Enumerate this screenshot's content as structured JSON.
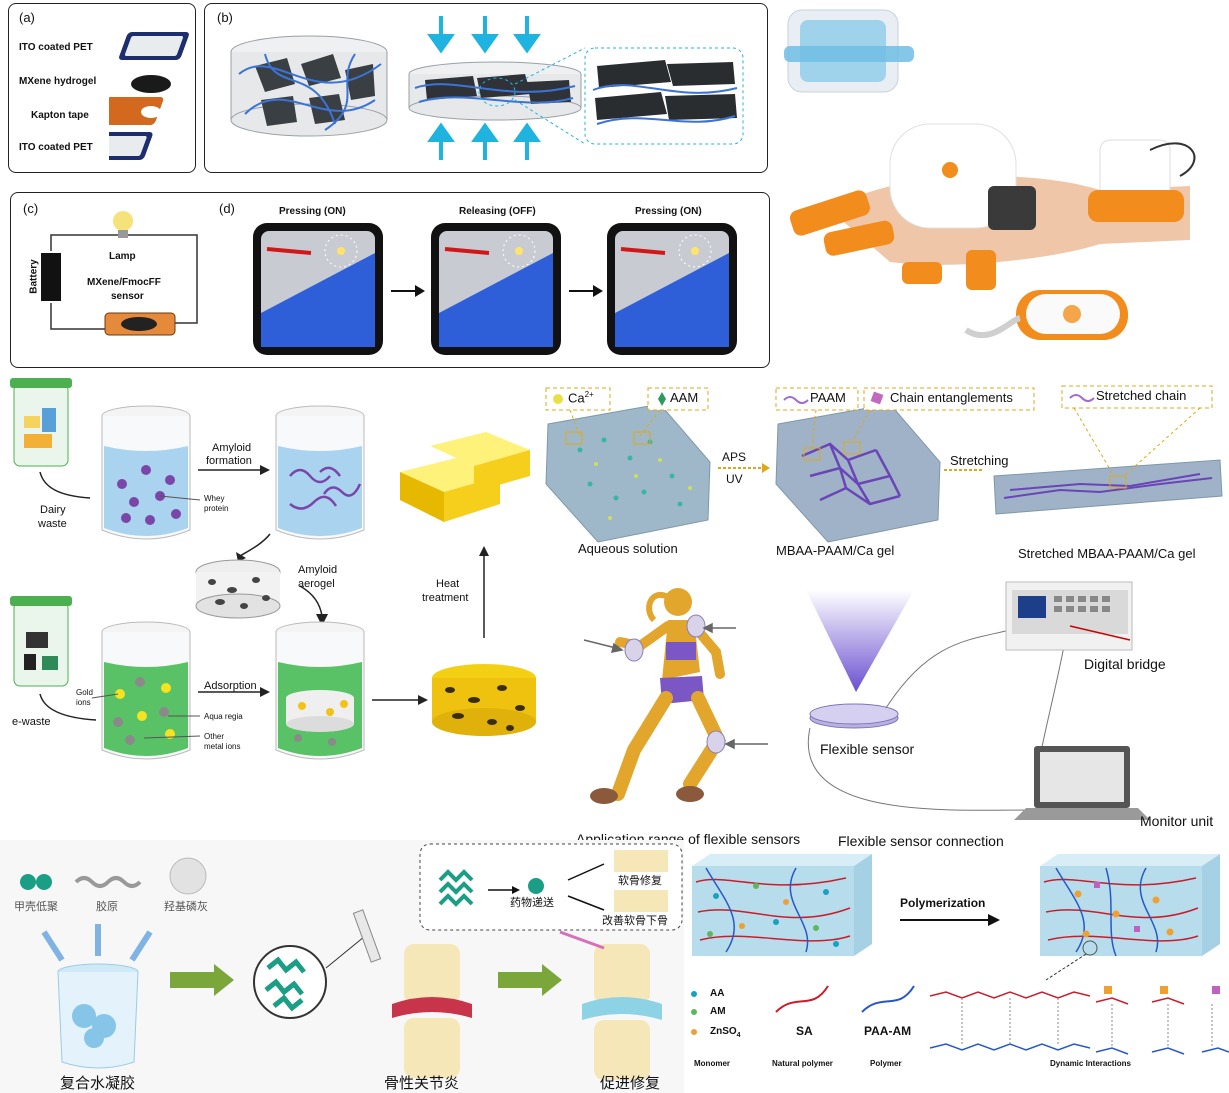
{
  "panel_a": {
    "tag": "(a)",
    "layers": [
      "ITO coated PET",
      "MXene hydrogel",
      "Kapton tape",
      "ITO coated PET"
    ]
  },
  "panel_b": {
    "tag": "(b)"
  },
  "panel_c": {
    "tag": "(c)",
    "battery": "Battery",
    "lamp": "Lamp",
    "sensor_line1": "MXene/FmocFF",
    "sensor_line2": "sensor"
  },
  "panel_d": {
    "tag": "(d)",
    "states": [
      "Pressing (ON)",
      "Releasing (OFF)",
      "Pressing (ON)"
    ]
  },
  "gold": {
    "dairy_waste": [
      "Dairy",
      "waste"
    ],
    "e_waste": "e-waste",
    "amyloid_formation": [
      "Amyloid",
      "formation"
    ],
    "whey_protein": [
      "Whey",
      "protein"
    ],
    "amyloid_aerogel": [
      "Amyloid",
      "aerogel"
    ],
    "adsorption": "Adsorption",
    "gold_ions": [
      "Gold",
      "ions"
    ],
    "aqua_regia": "Aqua regia",
    "other_metal_ions": [
      "Other",
      "metal ions"
    ],
    "heat_treatment": [
      "Heat",
      "treatment"
    ]
  },
  "gel": {
    "legend_ca": "Ca",
    "legend_ca_sup": "2+",
    "legend_aam": "AAM",
    "legend_paam": "PAAM",
    "legend_entangle": "Chain entanglements",
    "legend_stretched": "Stretched chain",
    "aps": "APS",
    "uv": "UV",
    "stretching": "Stretching",
    "aqueous": "Aqueous solution",
    "gel_name": "MBAA-PAAM/Ca gel",
    "stretched_gel": "Stretched MBAA-PAAM/Ca gel"
  },
  "sensor": {
    "digital_bridge": "Digital bridge",
    "flexible_sensor": "Flexible sensor",
    "monitor_unit": "Monitor unit",
    "application": "Application range of flexible sensors",
    "connection": "Flexible sensor connection"
  },
  "joint": {
    "caption_left": "复合水凝胶",
    "caption_mid": "骨性关节炎",
    "caption_right": "促进修复",
    "inset_mid": "药物递送",
    "inset_top": "软骨修复",
    "inset_bottom": "改善软骨下骨",
    "ingredients": [
      "甲壳低聚",
      "胶原",
      "羟基磷灰"
    ]
  },
  "poly": {
    "polymerization": "Polymerization",
    "aa": "AA",
    "am": "AM",
    "znso4": "ZnSO",
    "znso4_sub": "4",
    "sa": "SA",
    "paa_am": "PAA-AM",
    "monomer": "Monomer",
    "natural_polymer": "Natural polymer",
    "polymer": "Polymer",
    "dynamic": "Dynamic Interactions"
  },
  "colors": {
    "hydrogel_blue": "#35a7d8",
    "gold": "#f2c21a",
    "arrow_cyan": "#1fb4e0",
    "purple": "#7a5cc4",
    "orange": "#f28c1c",
    "gel_slab": "#9fb8c9"
  }
}
